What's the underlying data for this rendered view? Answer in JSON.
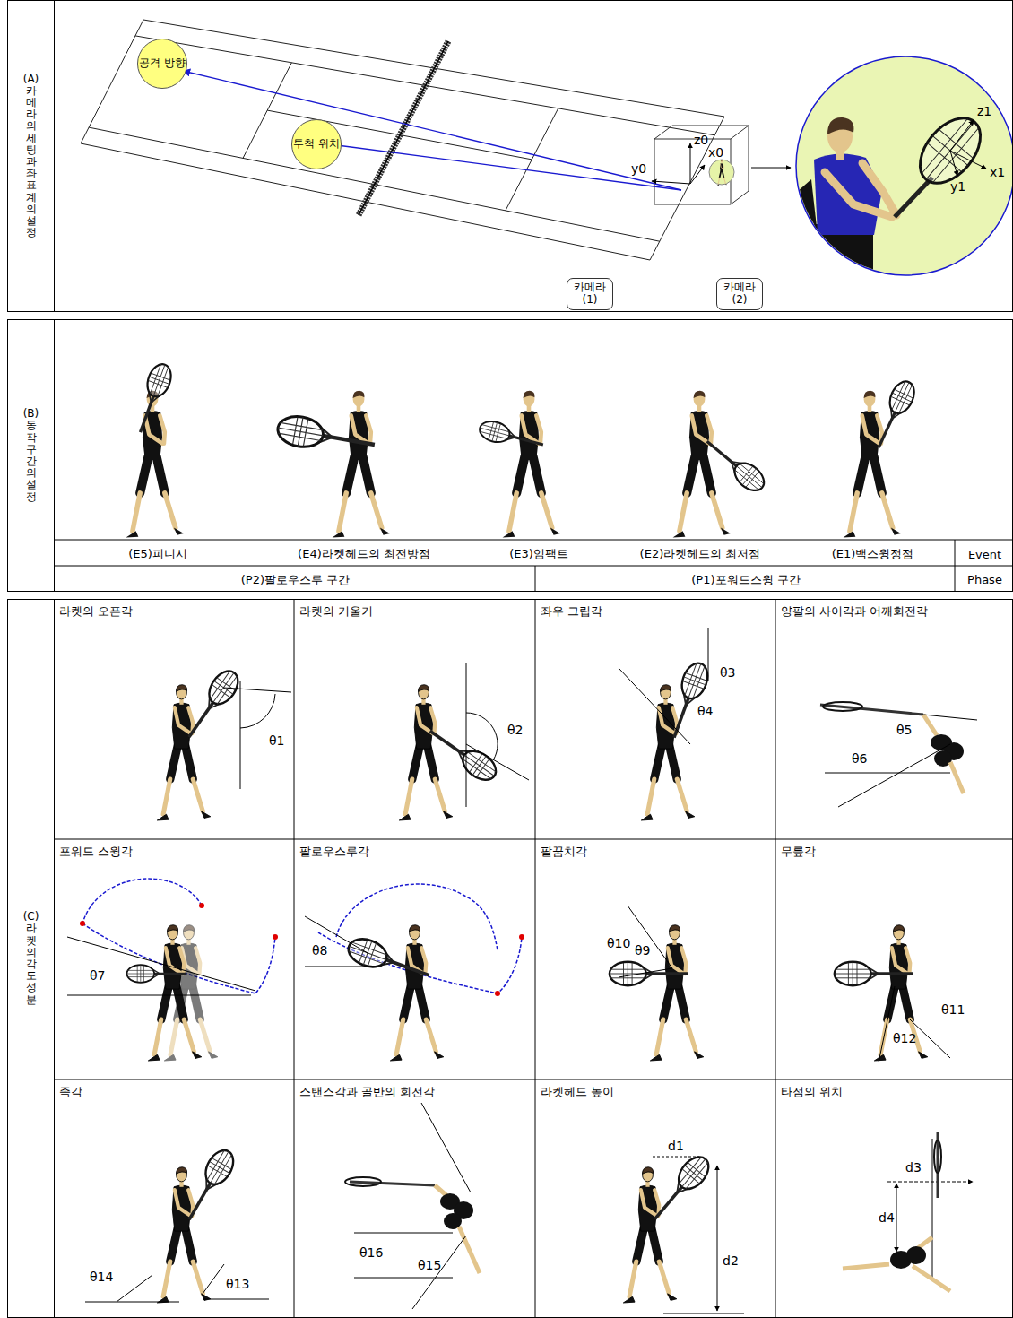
{
  "diagram": {
    "nodes": [
      {
        "text": [
          "(A) 카메라의 세팅과 좌표계의 설정"
        ]
      },
      {
        "text": [
          "공격 방향"
        ],
        "in": 0
      },
      {
        "text": [
          "투척 위치"
        ],
        "in": 0
      },
      {
        "text": [
          "카메라 (1)"
        ],
        "in": 0
      },
      {
        "text": [
          "카메라 (2)"
        ],
        "in": 0
      },
      {
        "text": [
          "(B) 동작구간의 설정"
        ]
      },
      {
        "text": [
          "(E5)피니시"
        ],
        "in": 5
      },
      {
        "text": [
          "(E4)라켓헤드의 최전방점"
        ],
        "in": 5
      },
      {
        "text": [
          "(E3)임팩트"
        ],
        "in": 5
      },
      {
        "text": [
          "(E2)라켓헤드의 최저점"
        ],
        "in": 5
      },
      {
        "text": [
          "(E1)백스윙정점"
        ],
        "in": 5
      },
      {
        "text": [
          "Event"
        ],
        "in": 5
      },
      {
        "text": [
          "(P2)팔로우스루 구간"
        ],
        "in": 5
      },
      {
        "text": [
          "(P1)포워드스윙 구간"
        ],
        "in": 5
      },
      {
        "text": [
          "Phase"
        ],
        "in": 5
      },
      {
        "text": [
          "(C) 라켓의 각도성분"
        ]
      },
      {
        "text": [
          "라켓의 오픈각"
        ],
        "in": 15
      },
      {
        "text": [
          "라켓의 기울기"
        ],
        "in": 15
      },
      {
        "text": [
          "좌우 그립각"
        ],
        "in": 15
      },
      {
        "text": [
          "양팔의 사이각과 어깨회전각"
        ],
        "in": 15
      },
      {
        "text": [
          "포워드 스윙각"
        ],
        "in": 15
      },
      {
        "text": [
          "팔로우스루각"
        ],
        "in": 15
      },
      {
        "text": [
          "팔꿈치각"
        ],
        "in": 15
      },
      {
        "text": [
          "무릎각"
        ],
        "in": 15
      },
      {
        "text": [
          "족각"
        ],
        "in": 15
      },
      {
        "text": [
          "스탠스각과 골반의 회전각"
        ],
        "in": 15
      },
      {
        "text": [
          "라켓헤드 높이"
        ],
        "in": 15
      },
      {
        "text": [
          "타점의 위치"
        ],
        "in": 15
      }
    ],
    "labels": [
      "z0",
      "y0",
      "x0",
      "z1",
      "y1",
      "x1",
      "θ1",
      "θ2",
      "θ3",
      "θ4",
      "θ5",
      "θ6",
      "θ7",
      "θ8",
      "θ9",
      "θ10",
      "θ11",
      "θ12",
      "θ13",
      "θ14",
      "θ15",
      "θ16",
      "d1",
      "d2",
      "d3",
      "d4"
    ]
  }
}
